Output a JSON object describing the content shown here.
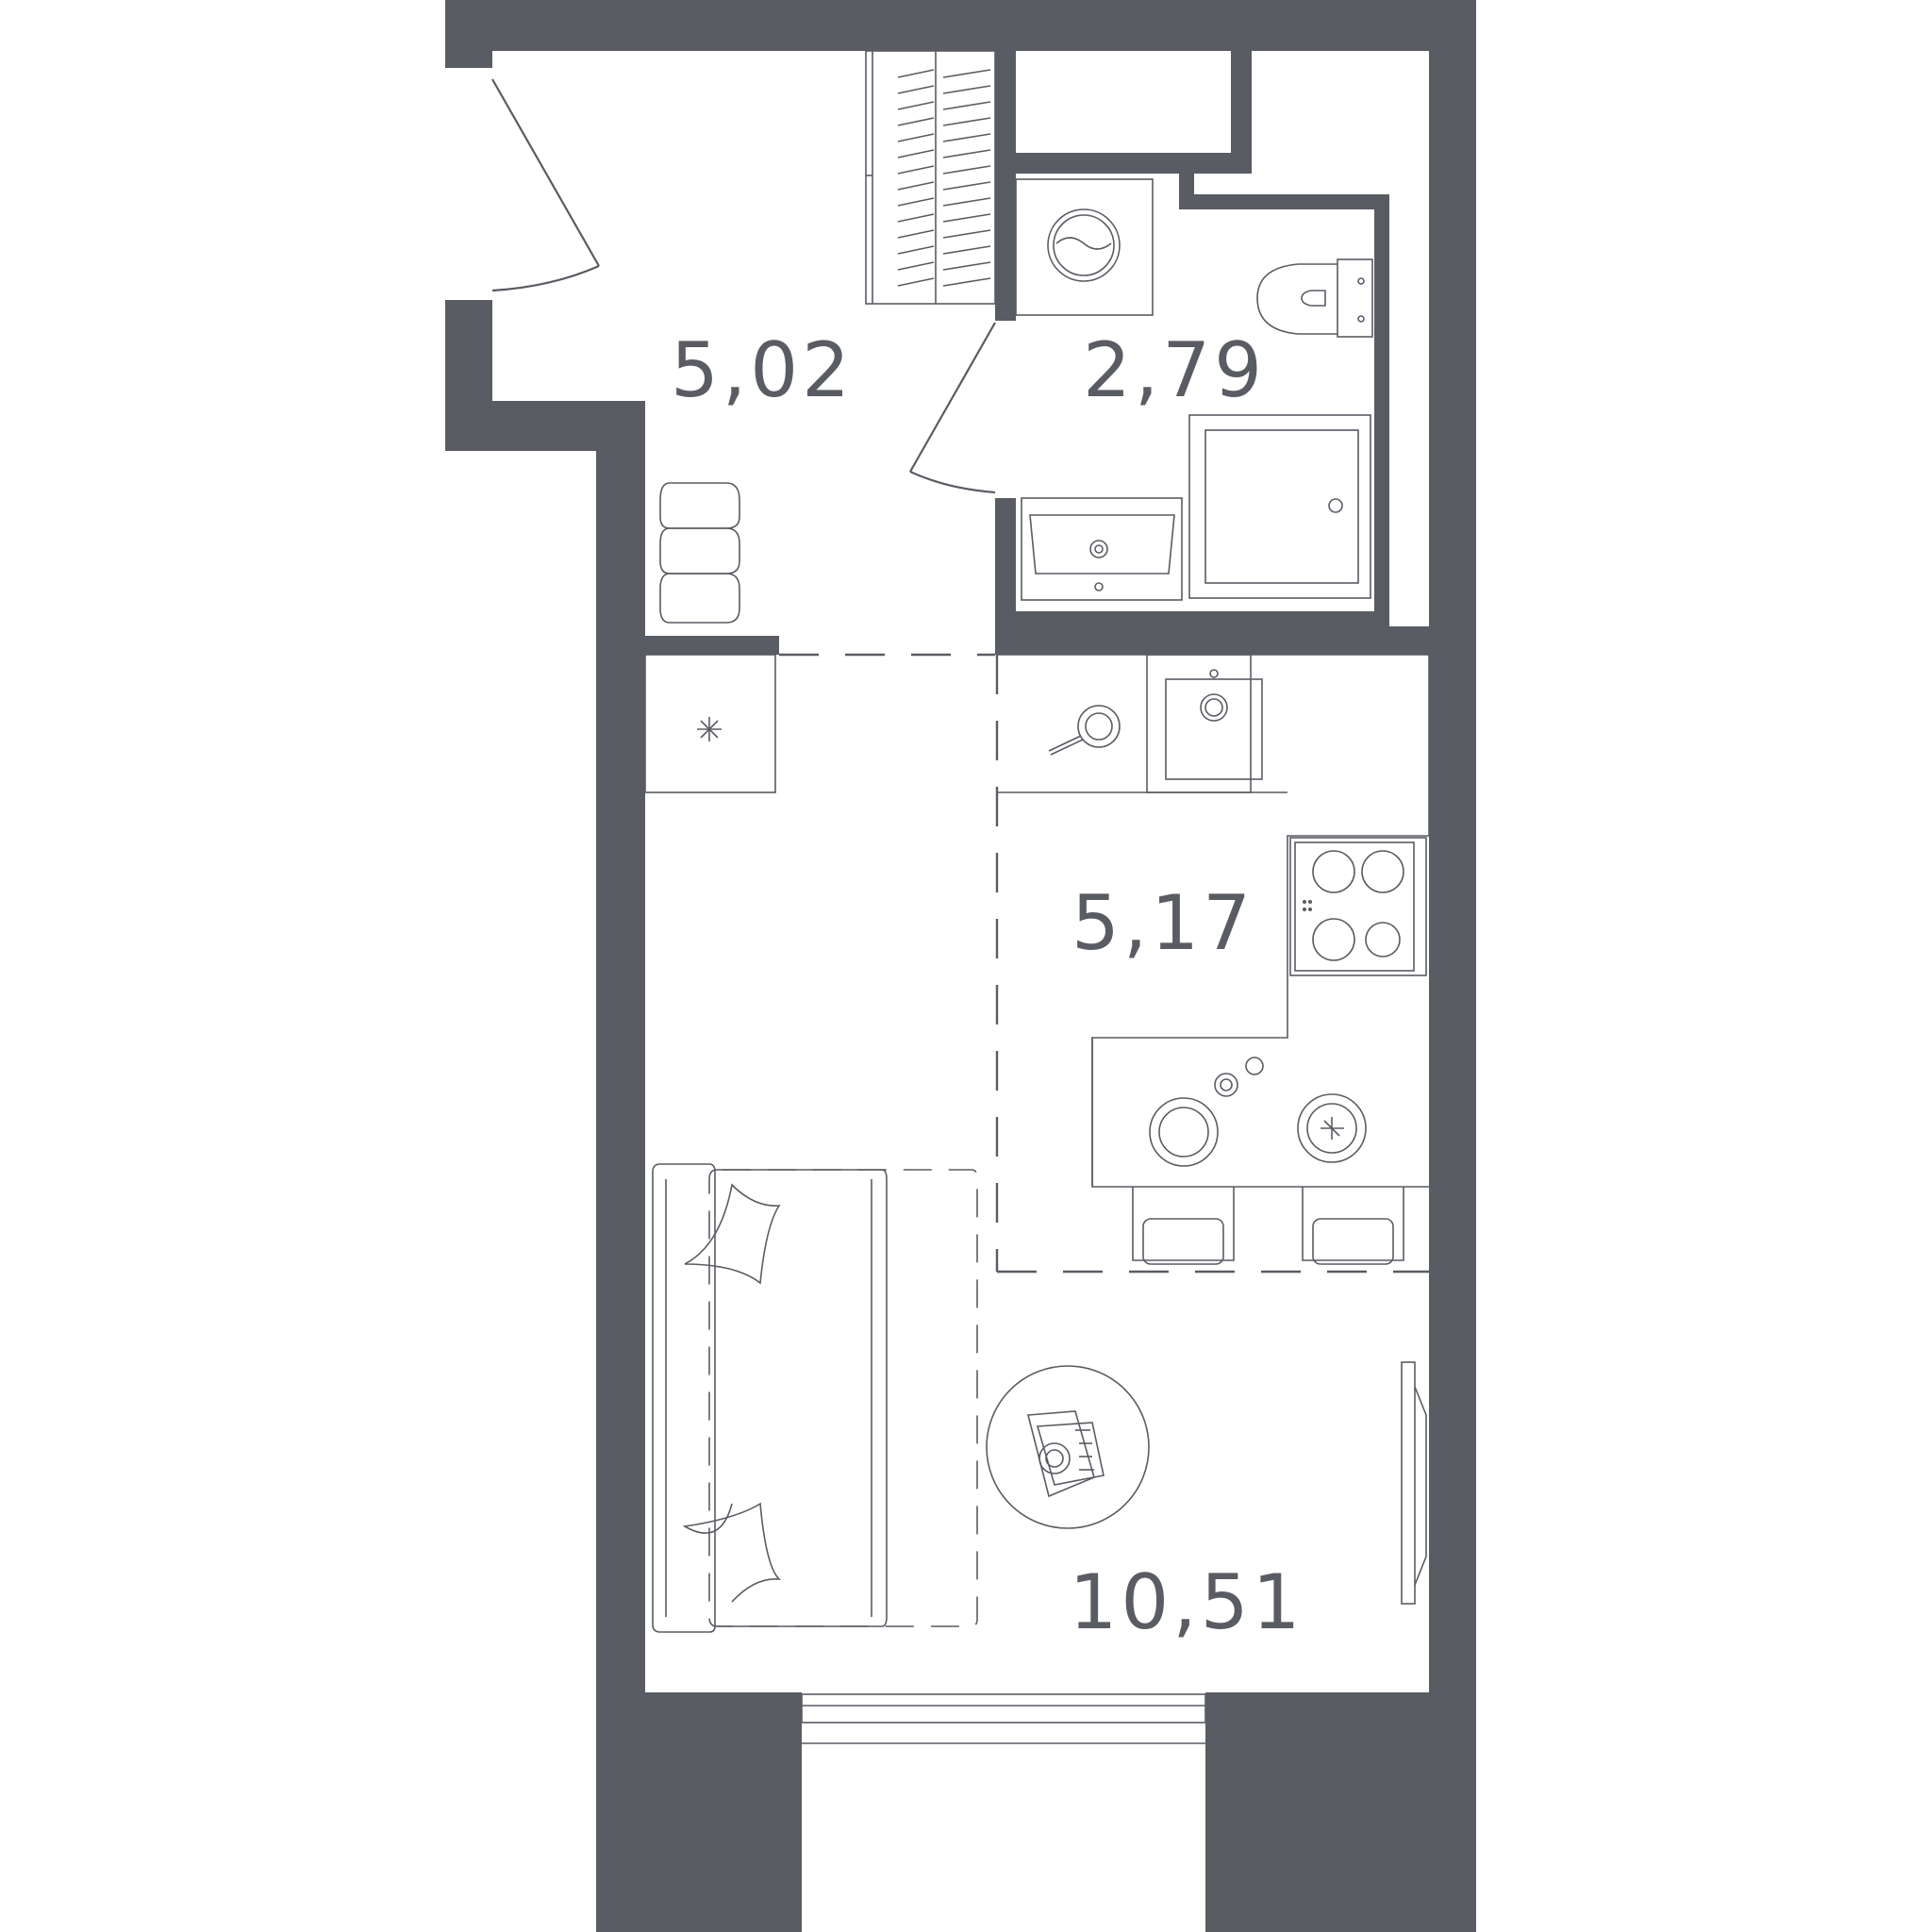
{
  "colors": {
    "wall": "#5a5c63",
    "background": "#ffffff"
  },
  "rooms": [
    {
      "id": "hallway",
      "area": "5,02"
    },
    {
      "id": "bathroom",
      "area": "2,79"
    },
    {
      "id": "kitchen",
      "area": "5,17"
    },
    {
      "id": "living_room",
      "area": "10,51"
    }
  ],
  "icons": {
    "entrance_door": "door-swing-icon",
    "bathroom_door": "door-swing-icon",
    "wardrobe": "wardrobe-icon",
    "washing_machine": "washing-machine-icon",
    "toilet": "toilet-icon",
    "shower": "shower-tray-icon",
    "washbasin": "washbasin-icon",
    "pouf": "pouf-icon",
    "fridge": "snowflake-icon",
    "stove": "cooktop-icon",
    "kitchen_sink": "sink-icon",
    "sofa": "sofa-icon",
    "coffee_table": "round-table-icon",
    "tv": "tv-icon",
    "chairs": "chair-icon"
  }
}
